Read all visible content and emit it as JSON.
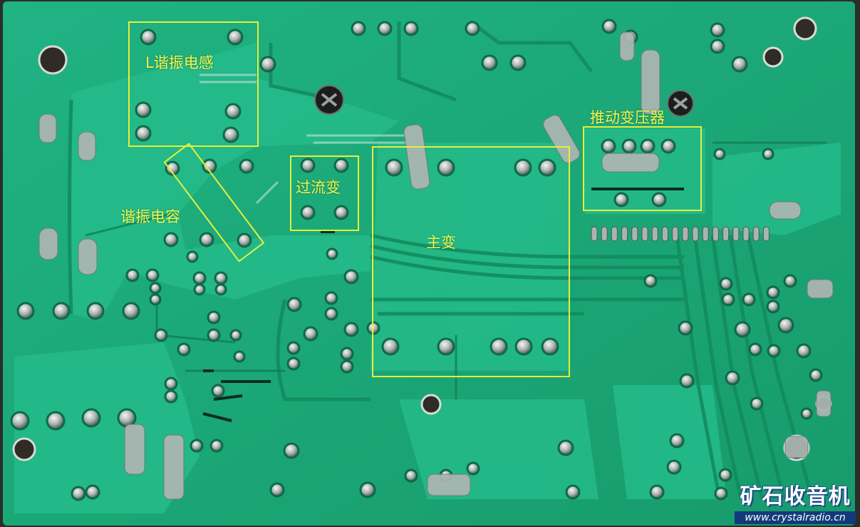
{
  "image": {
    "board_color": "#1fae7c",
    "copper_color": "#2bc08c",
    "dark_copper": "#138a5e",
    "solder_color": "#b9c2c0",
    "annotation_color": "#e6ef3a"
  },
  "annotations": [
    {
      "id": "l-resonant-inductor",
      "label": "L谐振电感"
    },
    {
      "id": "resonant-capacitor",
      "label": "谐振电容"
    },
    {
      "id": "current-transformer",
      "label": "过流变"
    },
    {
      "id": "main-transformer",
      "label": "主变"
    },
    {
      "id": "drive-transformer",
      "label": "推动变压器"
    }
  ],
  "watermark": {
    "title": "矿石收音机",
    "url": "www.crystalradio.cn"
  }
}
